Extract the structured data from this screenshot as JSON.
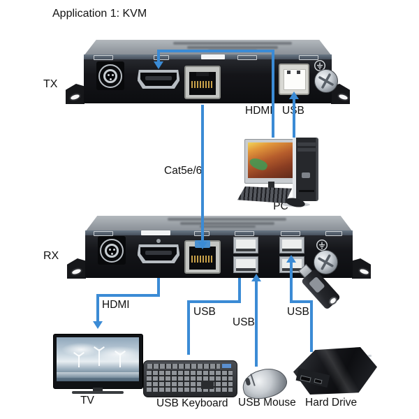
{
  "title": "Application 1: KVM",
  "colors": {
    "connector_blue": "#3b8bd5",
    "background": "#ffffff"
  },
  "devices": {
    "tx": {
      "label": "TX",
      "ports": [
        "power-jack",
        "hdmi-port",
        "rj45-port",
        "usb-b-port",
        "ground-screw"
      ]
    },
    "rx": {
      "label": "RX",
      "ports": [
        "power-jack",
        "hdmi-port",
        "rj45-port",
        "usb-a-dual-port",
        "usb-a-dual-port",
        "ground-screw"
      ]
    }
  },
  "connections": {
    "tx_to_pc_hdmi": {
      "label": "HDMI"
    },
    "tx_to_pc_usb": {
      "label": "USB"
    },
    "tx_to_rx": {
      "label": "Cat5e/6"
    },
    "rx_to_tv": {
      "label": "HDMI"
    },
    "rx_to_keyboard": {
      "label": "USB"
    },
    "rx_to_mouse": {
      "label": "USB"
    },
    "rx_to_harddrive": {
      "label": "USB"
    }
  },
  "endpoints": {
    "pc": {
      "label": "PC"
    },
    "tv": {
      "label": "TV"
    },
    "keyboard": {
      "label": "USB Keyboard"
    },
    "mouse": {
      "label": "USB Mouse"
    },
    "hard_drive": {
      "label": "Hard Drive"
    }
  }
}
